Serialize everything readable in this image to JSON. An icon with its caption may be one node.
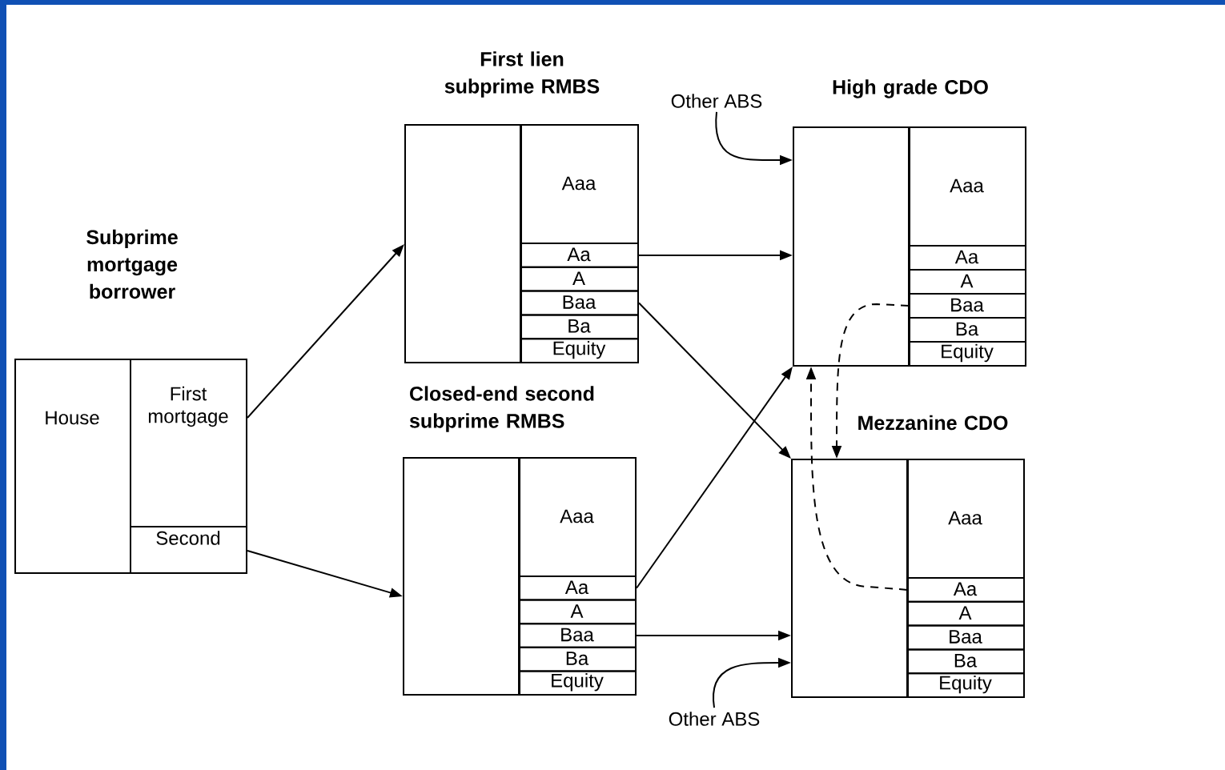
{
  "diagram": {
    "nodes": [
      {
        "text": [
          "Subprime mortgage borrower"
        ]
      },
      {
        "text": [
          "House"
        ],
        "in": 0
      },
      {
        "text": [
          "First mortgage"
        ],
        "in": 0
      },
      {
        "text": [
          "Second"
        ],
        "in": 0
      },
      {
        "text": [
          "First lien subprime RMBS"
        ]
      },
      {
        "text": [
          "Aaa"
        ],
        "in": 4
      },
      {
        "text": [
          "Aa"
        ],
        "in": 4
      },
      {
        "text": [
          "A"
        ],
        "in": 4
      },
      {
        "text": [
          "Baa"
        ],
        "in": 4
      },
      {
        "text": [
          "Ba"
        ],
        "in": 4
      },
      {
        "text": [
          "Equity"
        ],
        "in": 4
      },
      {
        "text": [
          "Closed-end second subprime RMBS"
        ]
      },
      {
        "text": [
          "Aaa"
        ],
        "in": 11
      },
      {
        "text": [
          "Aa"
        ],
        "in": 11
      },
      {
        "text": [
          "A"
        ],
        "in": 11
      },
      {
        "text": [
          "Baa"
        ],
        "in": 11
      },
      {
        "text": [
          "Ba"
        ],
        "in": 11
      },
      {
        "text": [
          "Equity"
        ],
        "in": 11
      },
      {
        "text": [
          "High grade CDO"
        ]
      },
      {
        "text": [
          "Aaa"
        ],
        "in": 18
      },
      {
        "text": [
          "Aa"
        ],
        "in": 18
      },
      {
        "text": [
          "A"
        ],
        "in": 18
      },
      {
        "text": [
          "Baa"
        ],
        "in": 18
      },
      {
        "text": [
          "Ba"
        ],
        "in": 18
      },
      {
        "text": [
          "Equity"
        ],
        "in": 18
      },
      {
        "text": [
          "Mezzanine CDO"
        ]
      },
      {
        "text": [
          "Aaa"
        ],
        "in": 25
      },
      {
        "text": [
          "Aa"
        ],
        "in": 25
      },
      {
        "text": [
          "A"
        ],
        "in": 25
      },
      {
        "text": [
          "Baa"
        ],
        "in": 25
      },
      {
        "text": [
          "Ba"
        ],
        "in": 25
      },
      {
        "text": [
          "Equity"
        ],
        "in": 25
      },
      {
        "text": [
          "Other ABS"
        ]
      },
      {
        "text": [
          "Other ABS"
        ]
      }
    ],
    "edges": [
      {
        "from": 2,
        "to": 4,
        "arrow": "to"
      },
      {
        "from": 3,
        "to": 11,
        "arrow": "to"
      },
      {
        "from": 6,
        "to": 18,
        "arrow": "to"
      },
      {
        "from": 8,
        "to": 25,
        "arrow": "to"
      },
      {
        "from": 13,
        "to": 18,
        "arrow": "to"
      },
      {
        "from": 15,
        "to": 25,
        "arrow": "to"
      },
      {
        "from": 32,
        "to": 18,
        "arrow": "to"
      },
      {
        "from": 33,
        "to": 25,
        "arrow": "to"
      },
      {
        "from": 22,
        "to": 25,
        "arrow": "to",
        "style": "dashed"
      },
      {
        "from": 27,
        "to": 18,
        "arrow": "to",
        "style": "dashed"
      }
    ]
  }
}
